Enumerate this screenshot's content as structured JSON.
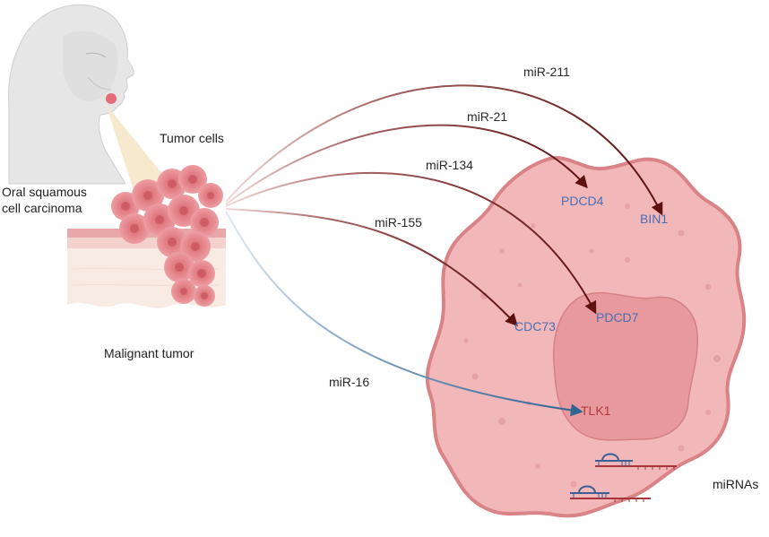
{
  "labels": {
    "tumor_cells": "Tumor cells",
    "oscc_line1": "Oral squamous",
    "oscc_line2": "cell carcinoma",
    "malignant_tumor": "Malignant tumor",
    "mirnas": "miRNAs"
  },
  "mirnas": [
    {
      "name": "miR-211",
      "target": "BIN1"
    },
    {
      "name": "miR-21",
      "target": "PDCD4"
    },
    {
      "name": "miR-134",
      "target": "PDCD7"
    },
    {
      "name": "miR-155",
      "target": "CDC73"
    },
    {
      "name": "miR-16",
      "target": "TLK1"
    }
  ],
  "genes": {
    "pdcd4": "PDCD4",
    "bin1": "BIN1",
    "cdc73": "CDC73",
    "pdcd7": "PDCD7",
    "tlk1": "TLK1"
  },
  "colors": {
    "arrow_dark": "#6b1414",
    "arrow_blue": "#2f6493",
    "cell_fill": "#f2b7b9",
    "cell_edge": "#d98387",
    "nucleus_fill": "#e8999d",
    "gene_blue": "#4a6fb5",
    "gene_red": "#b33a3a"
  }
}
